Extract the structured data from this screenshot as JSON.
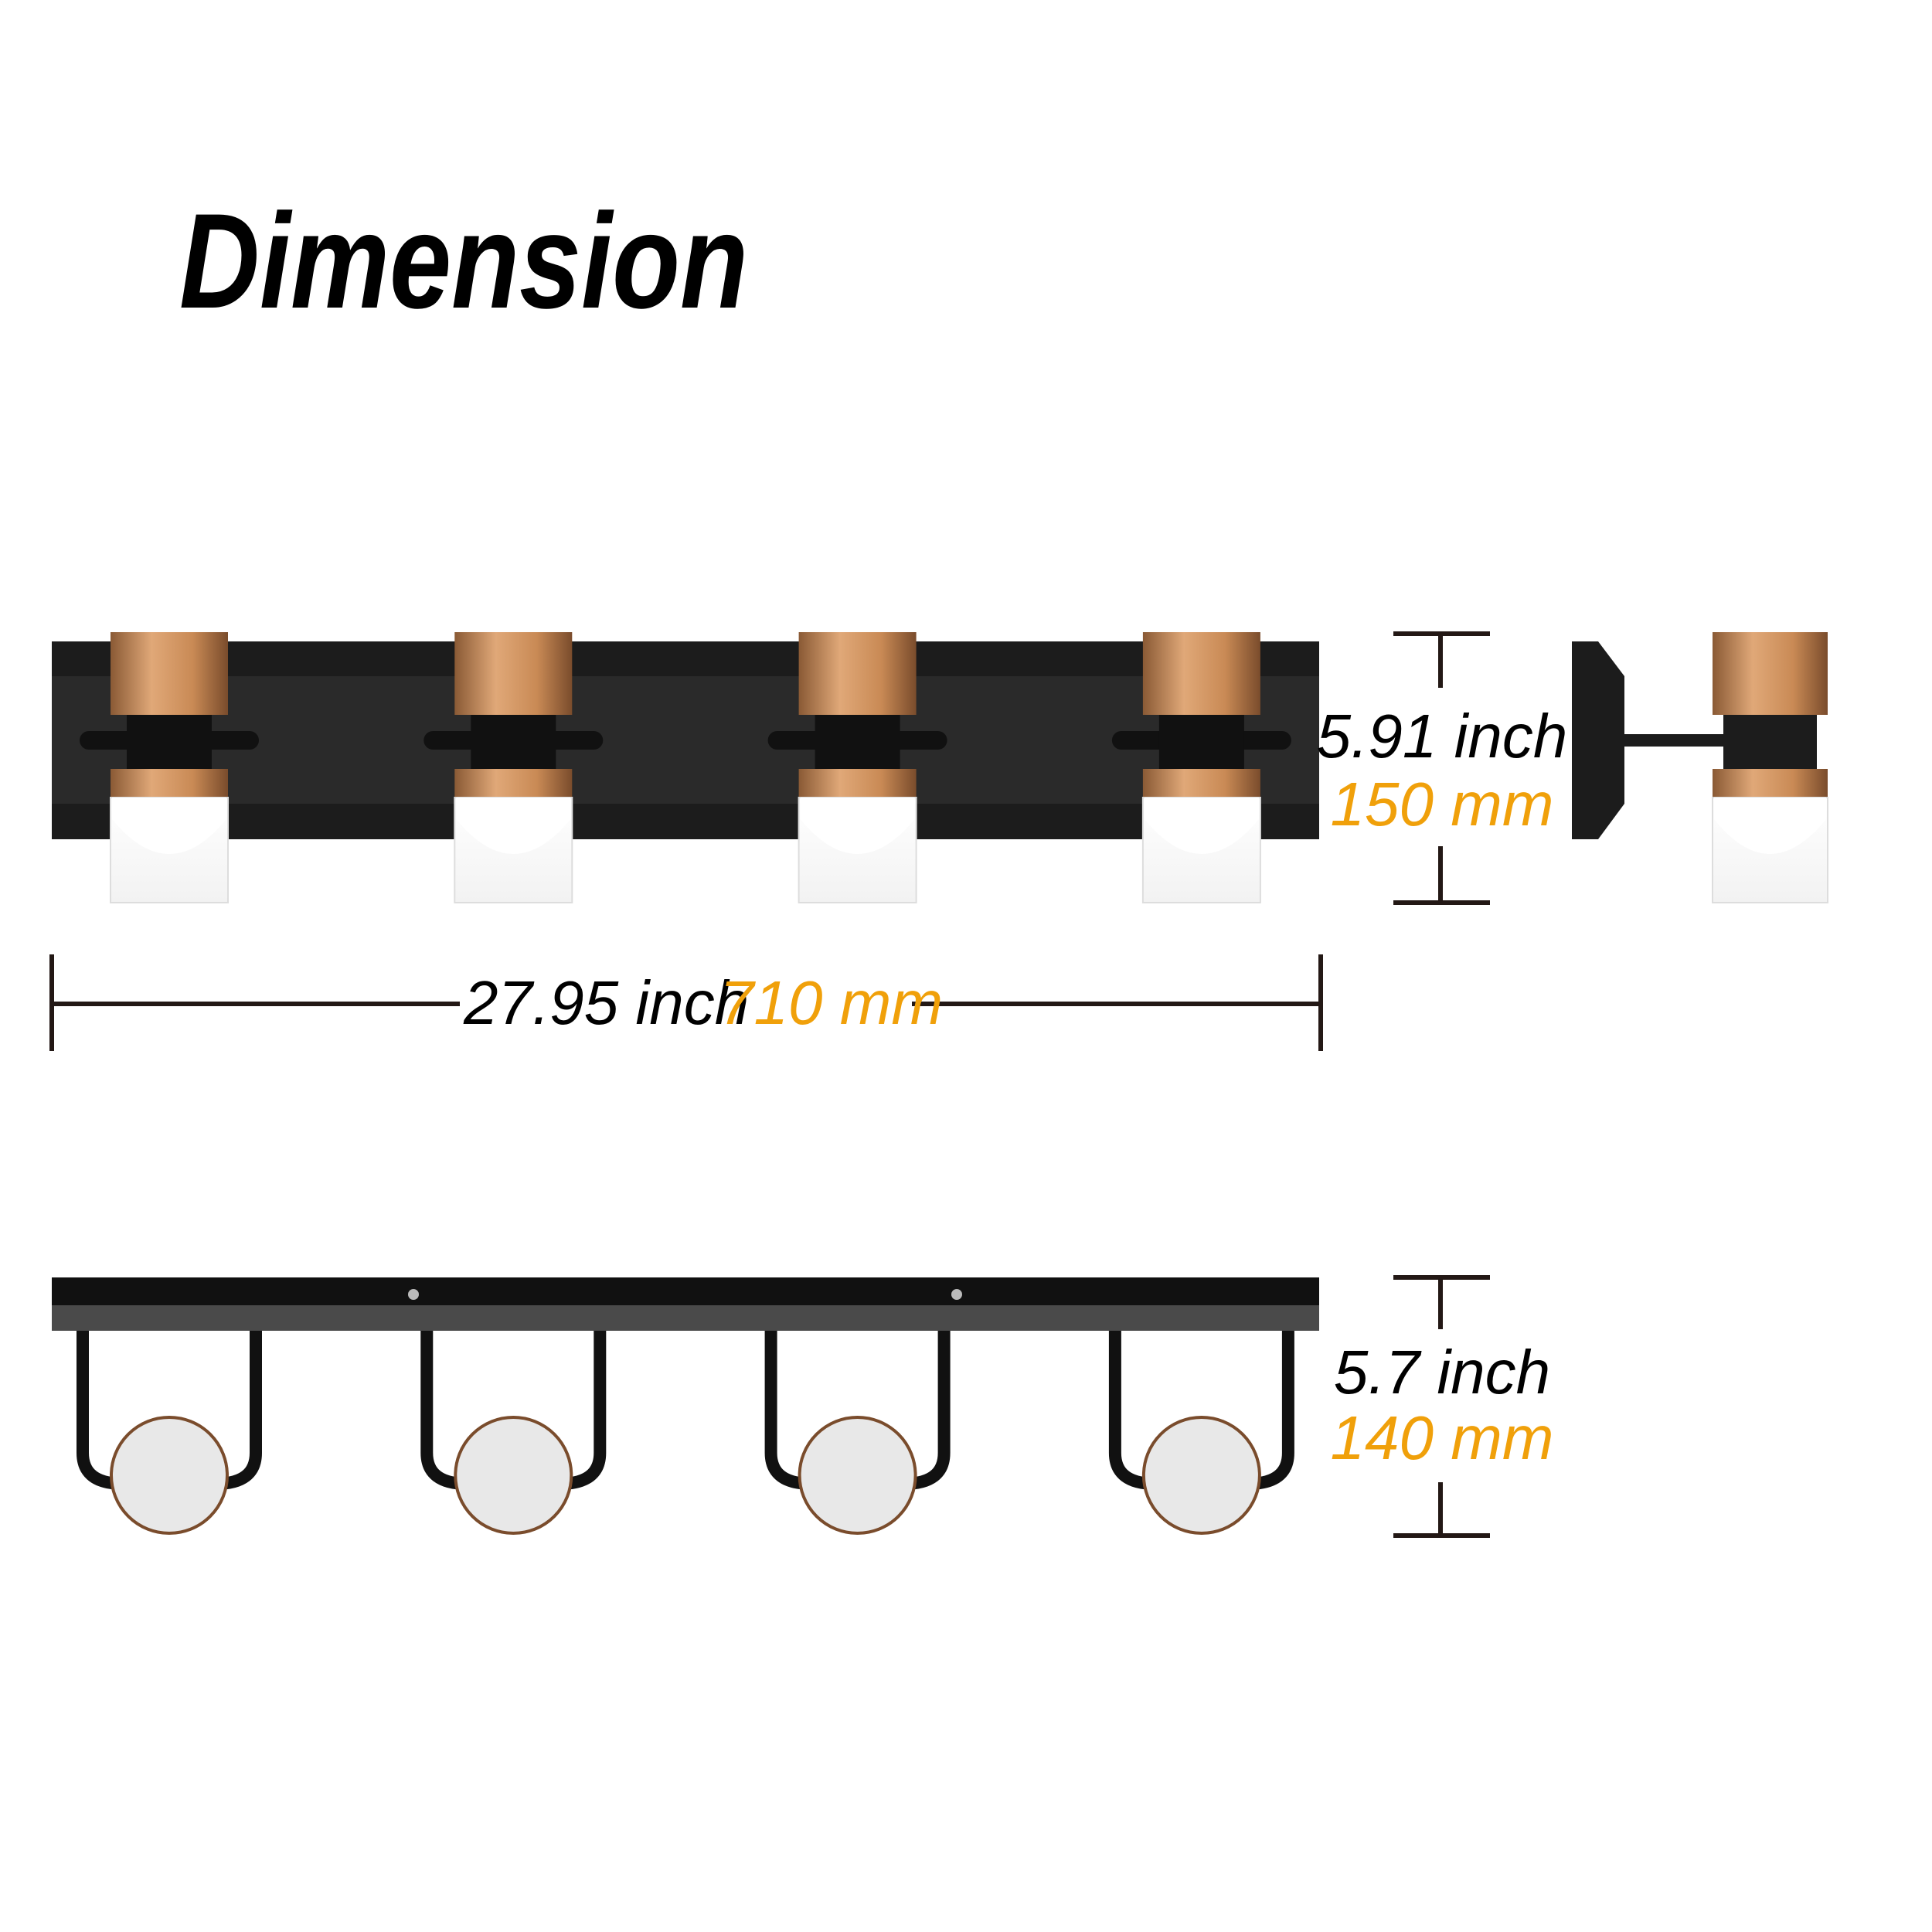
{
  "title": "Dimension",
  "width_dimension": {
    "inch": "27.95 inch",
    "mm": "710 mm"
  },
  "height_dimension": {
    "inch": "5.91 inch",
    "mm": "150 mm"
  },
  "depth_dimension": {
    "inch": "5.7 inch",
    "mm": "140 mm"
  },
  "colors": {
    "accent_mm": "#f0a00a",
    "copper": "#c98a55",
    "fixture_black": "#1c1c1c",
    "dimension_line": "#231815"
  },
  "light_count": 4
}
